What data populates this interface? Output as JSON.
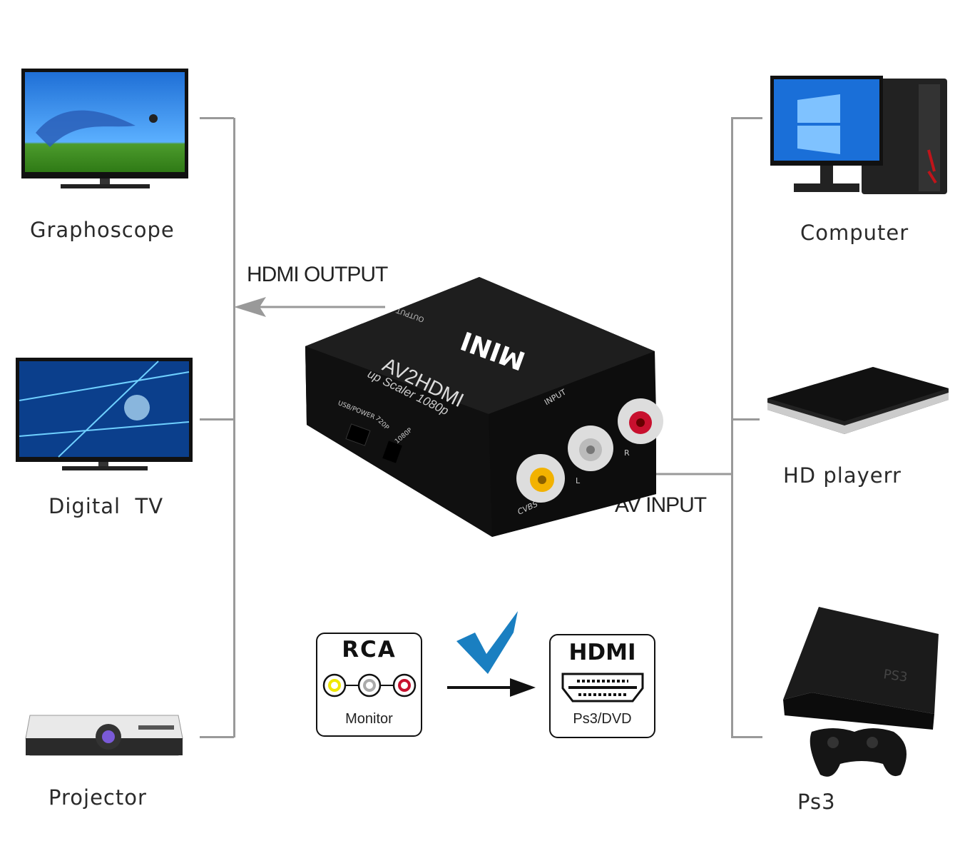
{
  "left_devices": [
    {
      "label": "Graphoscope"
    },
    {
      "label": "Digital  TV"
    },
    {
      "label": "Projector"
    }
  ],
  "right_devices": [
    {
      "label": "Computer"
    },
    {
      "label": "HD playerr"
    },
    {
      "label": "Ps3"
    }
  ],
  "arrows": {
    "output": "HDMI OUTPUT",
    "input": "AV INPUT"
  },
  "converter": {
    "brand": "MINI",
    "model": "AV2HDMI",
    "subtitle": "up Scaler 1080p",
    "output_label": "OUTPUT",
    "input_label": "INPUT",
    "usb_label": "USB/POWER",
    "switch_720": "720P",
    "switch_1080": "1080P",
    "cvbs": "CVBS",
    "l": "L",
    "r": "R"
  },
  "rca_box": {
    "title": "RCA",
    "caption": "Monitor"
  },
  "hdmi_box": {
    "title": "HDMI",
    "caption": "Ps3/DVD"
  },
  "colors": {
    "line": "#999999",
    "check": "#1a7fc1",
    "device": "#1e1e1e",
    "rca_yellow": "#f2c200",
    "rca_red": "#c8102e"
  }
}
